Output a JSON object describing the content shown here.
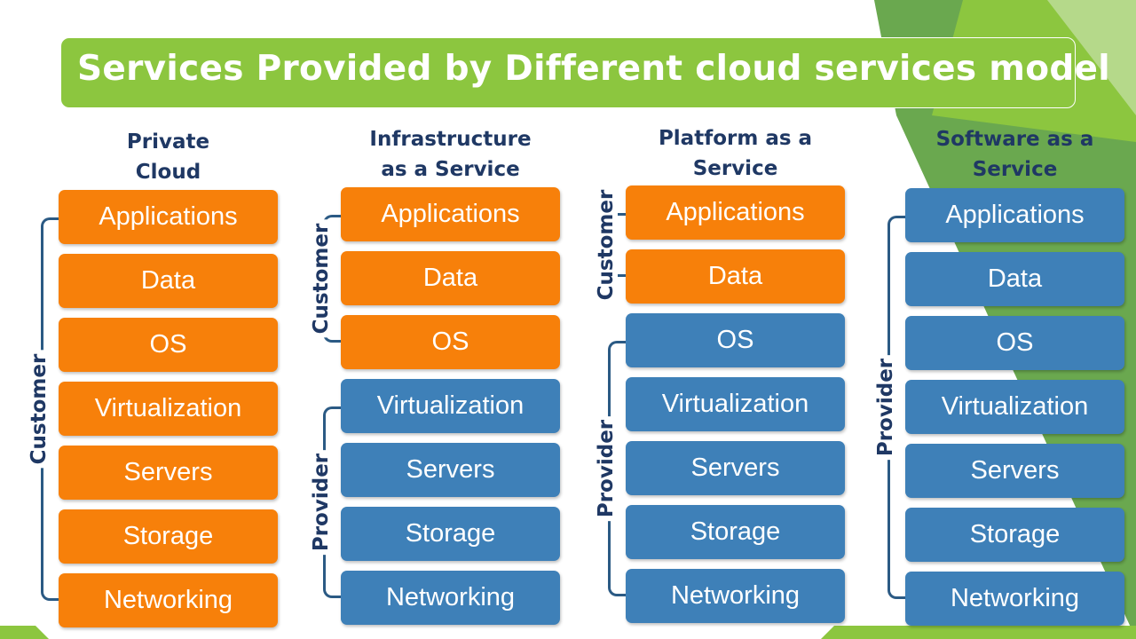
{
  "title": "Services Provided by Different cloud services model",
  "colors": {
    "banner": "#8cc63f",
    "customer_box": "#f7800a",
    "provider_box": "#3e80b8",
    "heading_text": "#1f3864"
  },
  "layers": [
    "Applications",
    "Data",
    "OS",
    "Virtualization",
    "Servers",
    "Storage",
    "Networking"
  ],
  "labels": {
    "customer": "Customer",
    "provider": "Provider"
  },
  "models": [
    {
      "title_lines": [
        "Private",
        "Cloud"
      ],
      "customer_count": 7
    },
    {
      "title_lines": [
        "Infrastructure",
        "as a Service"
      ],
      "customer_count": 3
    },
    {
      "title_lines": [
        "Platform as a",
        "Service"
      ],
      "customer_count": 2
    },
    {
      "title_lines": [
        "Software as a",
        "Service"
      ],
      "customer_count": 0
    }
  ]
}
